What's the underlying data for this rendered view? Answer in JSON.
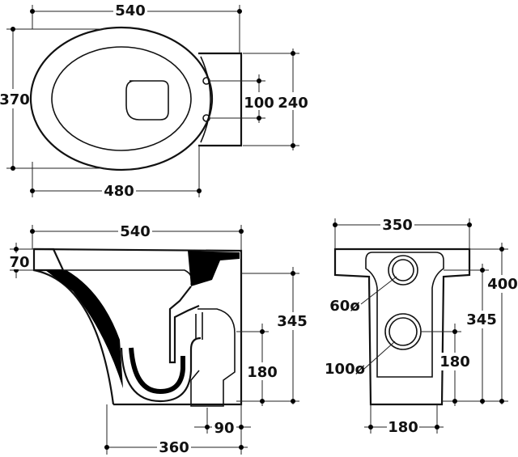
{
  "drawing": {
    "top_view": {
      "overall_length": "540",
      "overall_width": "370",
      "seat_length": "480",
      "fixing_holes_spacing": "100",
      "rear_width": "240"
    },
    "side_view": {
      "overall_length": "540",
      "rim_height": "70",
      "height_to_outlet_top": "345",
      "outlet_centre_height": "180",
      "outlet_projection": "90",
      "wall_to_outlet_centre": "360"
    },
    "rear_view": {
      "overall_width": "350",
      "overall_height": "400",
      "height_to_inlet": "345",
      "outlet_centre_height": "180",
      "outlet_width": "180",
      "inlet_diameter": "60ø",
      "outlet_diameter": "100ø"
    }
  },
  "colors": {
    "background": "#ffffff",
    "line": "#111111",
    "fill_dark": "#000000"
  }
}
